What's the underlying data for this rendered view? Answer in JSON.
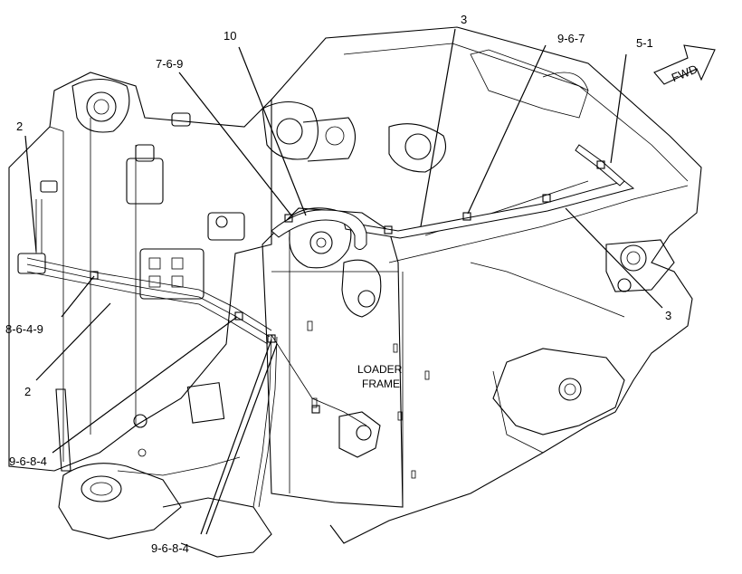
{
  "callouts": {
    "c_3_top": "3",
    "c_10": "10",
    "c_7_6_9": "7-6-9",
    "c_9_6_7": "9-6-7",
    "c_5_1": "5-1",
    "c_2_top": "2",
    "c_8_6_4_9": "8-6-4-9",
    "c_2_bottom": "2",
    "c_3_right": "3",
    "c_9_6_8_4_left": "9-6-8-4",
    "c_9_6_8_4_bottom": "9-6-8-4"
  },
  "fwd_arrow": {
    "label": "FWD"
  },
  "frame_label": {
    "line1": "LOADER",
    "line2": "FRAME"
  }
}
